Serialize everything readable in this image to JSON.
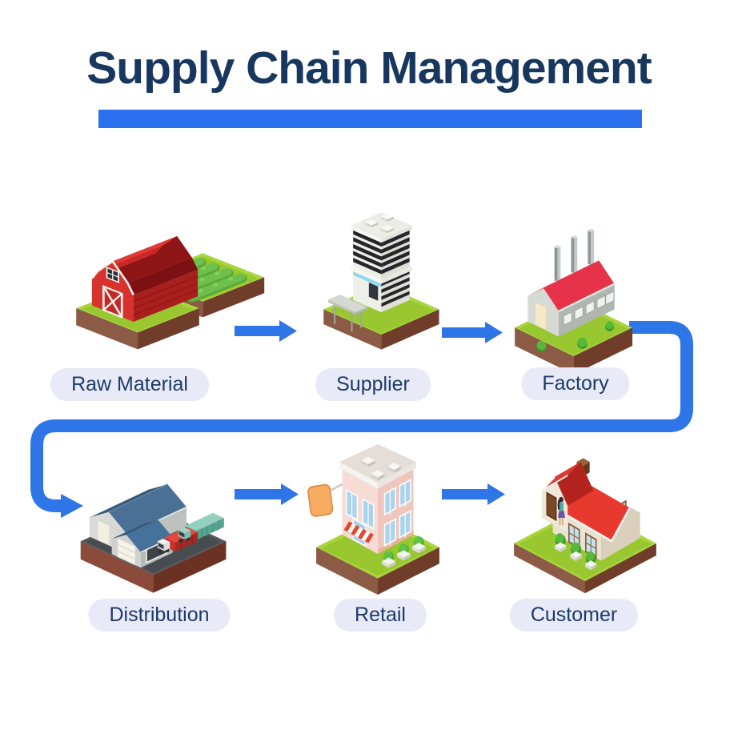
{
  "title": "Supply Chain Management",
  "style": {
    "title_color": "#17375F",
    "divider_color": "#2B70EE",
    "arrow_color": "#2E75E8",
    "label_text_color": "#1C3A6B",
    "label_background": "#E8EAF8"
  },
  "flow": {
    "nodes": [
      {
        "id": "raw-material",
        "label": "Raw Material",
        "icon": "barn-and-crops-illustration",
        "row": 1
      },
      {
        "id": "supplier",
        "label": "Supplier",
        "icon": "office-building-illustration",
        "row": 1
      },
      {
        "id": "factory",
        "label": "Factory",
        "icon": "factory-building-illustration",
        "row": 1
      },
      {
        "id": "distribution",
        "label": "Distribution",
        "icon": "warehouse-trucks-illustration",
        "row": 2
      },
      {
        "id": "retail",
        "label": "Retail",
        "icon": "storefront-illustration",
        "row": 2
      },
      {
        "id": "customer",
        "label": "Customer",
        "icon": "house-illustration",
        "row": 2
      }
    ],
    "connections": [
      {
        "from": "Raw Material",
        "to": "Supplier"
      },
      {
        "from": "Supplier",
        "to": "Factory"
      },
      {
        "from": "Factory",
        "to": "Distribution"
      },
      {
        "from": "Distribution",
        "to": "Retail"
      },
      {
        "from": "Retail",
        "to": "Customer"
      }
    ]
  }
}
